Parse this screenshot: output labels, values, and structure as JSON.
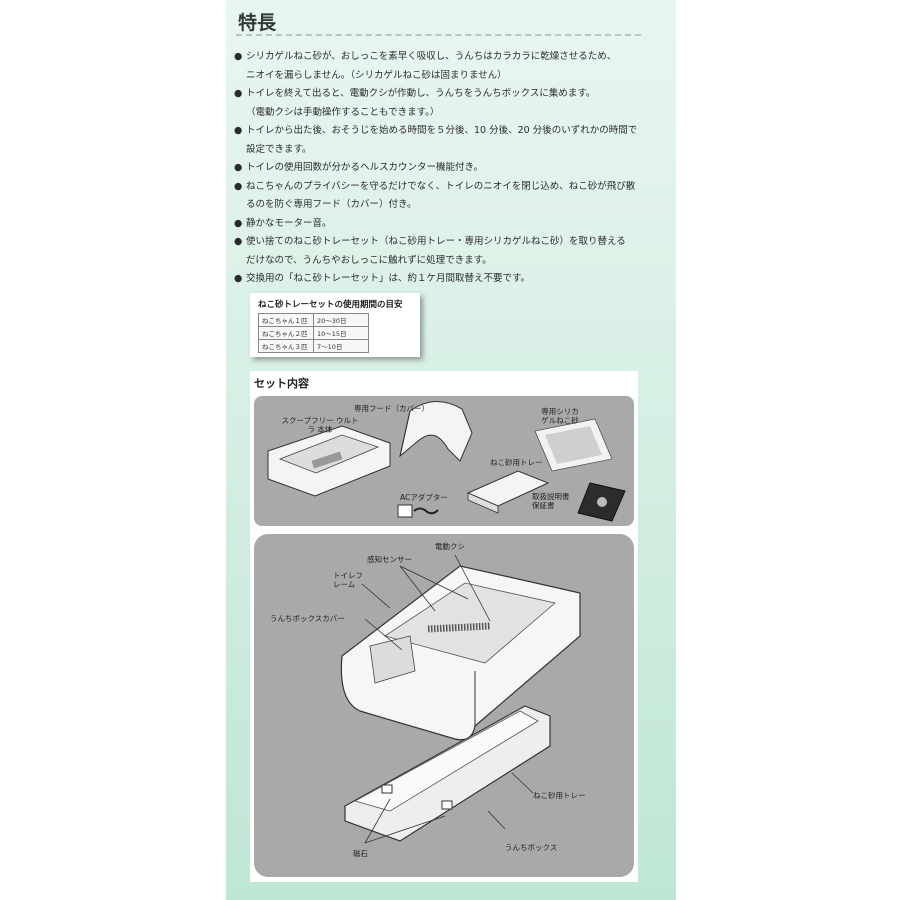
{
  "heading": "特長",
  "features": [
    {
      "text": "シリカゲルねこ砂が、おしっこを素早く吸収し、うんちはカラカラに乾燥させるため、\nニオイを漏らしません。（シリカゲルねこ砂は固まりません）"
    },
    {
      "text": "トイレを終えて出ると、電動クシが作動し、うんちをうんちボックスに集めます。\n（電動クシは手動操作することもできます。）"
    },
    {
      "text": "トイレから出た後、おそうじを始める時間を５分後、10 分後、20 分後のいずれかの時間で\n設定できます。"
    },
    {
      "text": "トイレの使用回数が分かるヘルスカウンター機能付き。"
    },
    {
      "text": "ねこちゃんのプライバシーを守るだけでなく、トイレのニオイを閉じ込め、ねこ砂が飛び散\nるのを防ぐ専用フード（カバー）付き。"
    },
    {
      "text": "静かなモーター音。"
    },
    {
      "text": "使い捨てのねこ砂トレーセット（ねこ砂用トレー・専用シリカゲルねこ砂）を取り替える\nだけなので、うんちやおしっこに触れずに処理できます。"
    },
    {
      "text": "交換用の「ねこ砂トレーセット」は、約１ケ月間取替え不要です。"
    }
  ],
  "bullet": "●",
  "usage_table": {
    "title": "ねこ砂トレーセットの使用期間の目安",
    "rows": [
      [
        "ねこちゃん１匹",
        "20〜30日"
      ],
      [
        "ねこちゃん２匹",
        "10〜15日"
      ],
      [
        "ねこちゃん３匹",
        "7〜10日"
      ]
    ]
  },
  "set_contents": {
    "title": "セット内容",
    "labels": {
      "main_unit": "スクープフリー ウルト\nラ 本体",
      "hood": "専用フード（カバー）",
      "litter": "専用シリカ\nゲルねこ砂",
      "tray": "ねこ砂用トレー",
      "adapter": "ACアダプター",
      "manual": "取扱説明書\n保証書"
    }
  },
  "diagram": {
    "labels": {
      "rake": "電動クシ",
      "sensor": "感知センサー",
      "frame": "トイレフ\nレーム",
      "box_cover": "うんちボックスカバー",
      "litter_tray": "ねこ砂用トレー",
      "waste_box": "うんちボックス",
      "magnet": "磁石"
    }
  },
  "colors": {
    "accent_green": "#bfe6d4",
    "figure_gray": "#a9a9a9"
  }
}
